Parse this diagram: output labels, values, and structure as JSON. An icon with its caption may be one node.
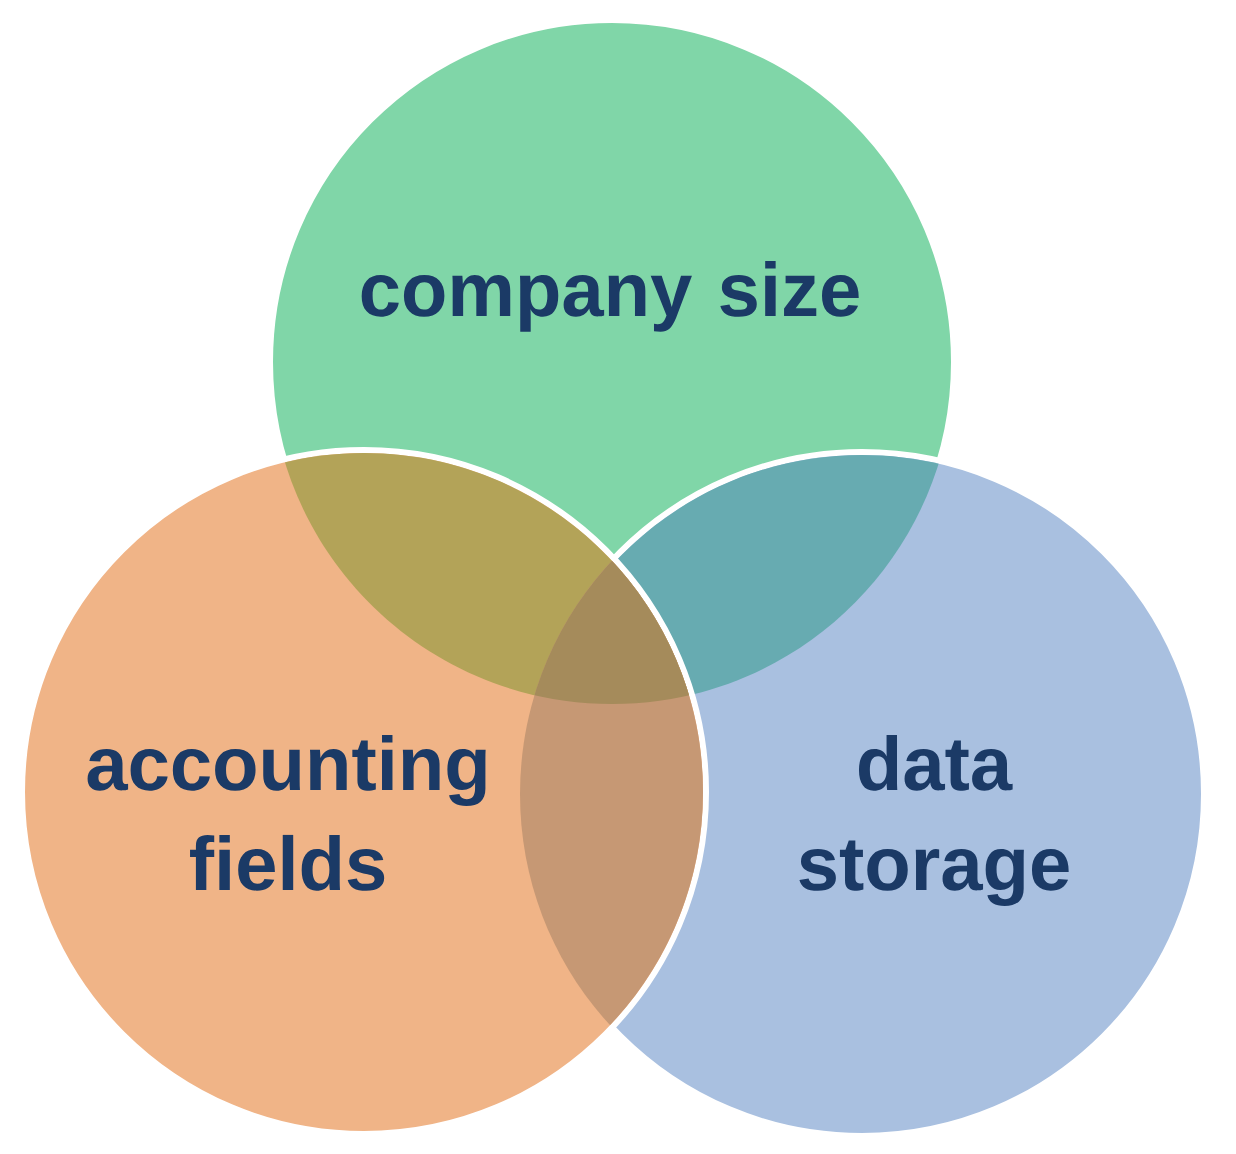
{
  "diagram": {
    "nodes": [
      {
        "text": [
          "company size"
        ]
      },
      {
        "text": [
          "accounting fields"
        ]
      },
      {
        "text": [
          "data storage"
        ]
      }
    ]
  }
}
